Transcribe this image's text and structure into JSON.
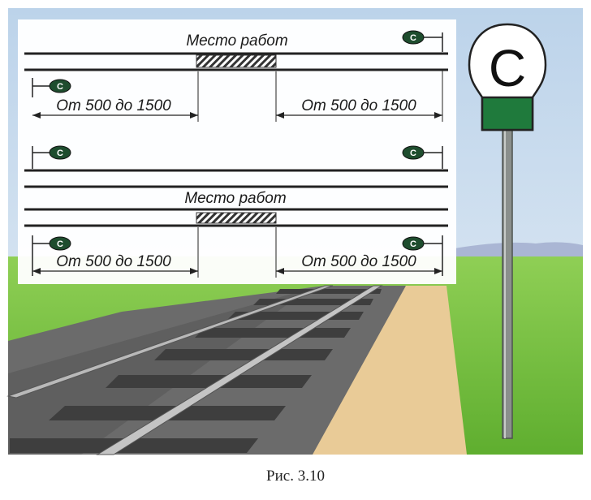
{
  "diagram": {
    "top": {
      "work_label": "Место работ",
      "left_distance": "От 500 до 1500",
      "right_distance": "От 500 до 1500",
      "signal_letter": "С"
    },
    "bottom": {
      "work_label": "Место работ",
      "left_distance": "От 500 до 1500",
      "right_distance": "От 500 до 1500",
      "signal_letter": "С"
    },
    "sign_letter": "С"
  },
  "caption": "Рис. 3.10",
  "colors": {
    "sign_green": "#1f7a3c",
    "grass": "#7cc243",
    "sky": "#c8dbee",
    "ballast": "#6f6f6f",
    "path": "#e8c994"
  }
}
